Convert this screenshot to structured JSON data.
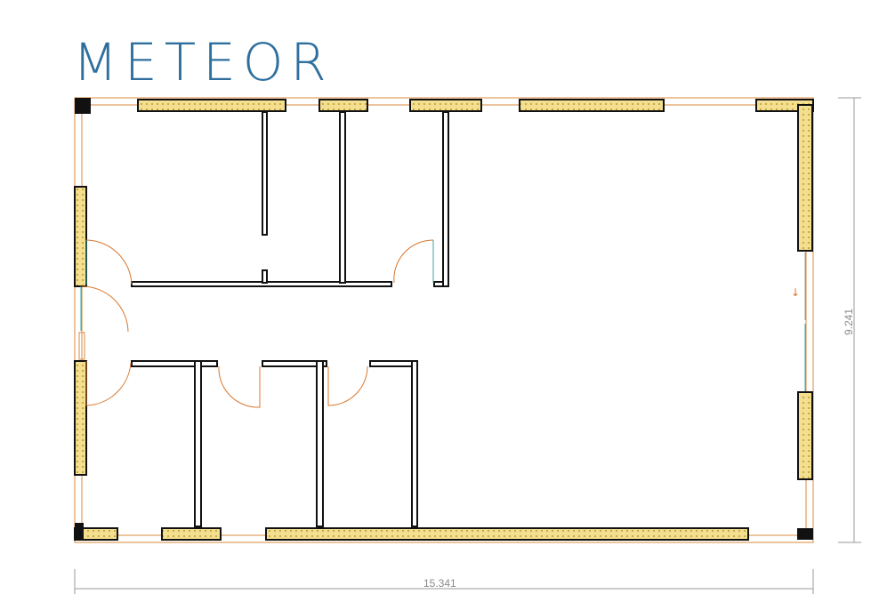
{
  "logo": {
    "text": "METEOR",
    "color": "#2f6f9e"
  },
  "dimensions": {
    "width_label": "15.341",
    "height_label": "9.241"
  },
  "colors": {
    "wall": "#111111",
    "insulation": "#f3df8f",
    "insulation_dot": "#b89a2c",
    "window_frame": "#d98a3c",
    "door_swing": "#d9762e",
    "dimension_line": "#9a9a9a",
    "background": "#ffffff"
  }
}
